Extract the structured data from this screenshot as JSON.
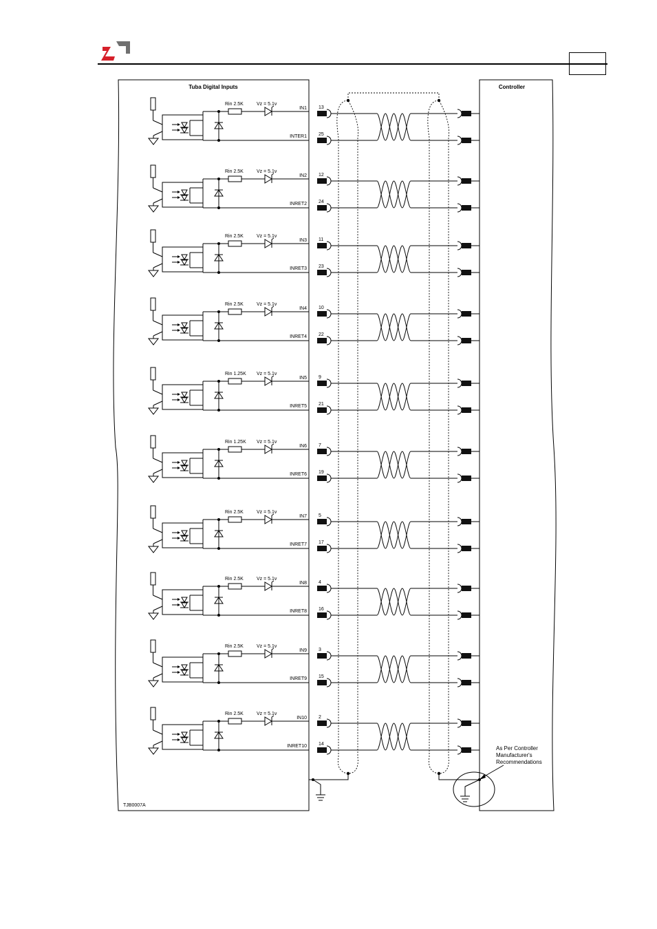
{
  "header": {
    "page_number": "",
    "brand_colors": {
      "red": "#d6202a",
      "gray": "#707070"
    }
  },
  "diagram": {
    "left_title": "Tuba Digital Inputs",
    "right_title": "Controller",
    "drawing_id": "TJB0007A",
    "note_lines": [
      "As Per Controller",
      "Manufacturer's",
      "Recommendations"
    ],
    "channels": [
      {
        "in_label": "IN1",
        "in_pin": "13",
        "ret_label": "INTER1",
        "ret_pin": "25",
        "rin": "Rin 2.5K",
        "vz": "Vz = 5.1v"
      },
      {
        "in_label": "IN2",
        "in_pin": "12",
        "ret_label": "INRET2",
        "ret_pin": "24",
        "rin": "Rin 2.5K",
        "vz": "Vz = 5.1v"
      },
      {
        "in_label": "IN3",
        "in_pin": "11",
        "ret_label": "INRET3",
        "ret_pin": "23",
        "rin": "Rin 2.5K",
        "vz": "Vz = 5.1v"
      },
      {
        "in_label": "IN4",
        "in_pin": "10",
        "ret_label": "INRET4",
        "ret_pin": "22",
        "rin": "Rin 2.5K",
        "vz": "Vz = 5.1v"
      },
      {
        "in_label": "IN5",
        "in_pin": "9",
        "ret_label": "INRET5",
        "ret_pin": "21",
        "rin": "Rin 1.25K",
        "vz": "Vz = 5.1v"
      },
      {
        "in_label": "IN6",
        "in_pin": "7",
        "ret_label": "INRET6",
        "ret_pin": "19",
        "rin": "Rin 1.25K",
        "vz": "Vz = 5.1v"
      },
      {
        "in_label": "IN7",
        "in_pin": "5",
        "ret_label": "INRET7",
        "ret_pin": "17",
        "rin": "Rin 2.5K",
        "vz": "Vz = 5.1v"
      },
      {
        "in_label": "IN8",
        "in_pin": "4",
        "ret_label": "INRET8",
        "ret_pin": "16",
        "rin": "Rin 2.5K",
        "vz": "Vz = 5.1v"
      },
      {
        "in_label": "IN9",
        "in_pin": "3",
        "ret_label": "INRET9",
        "ret_pin": "15",
        "rin": "Rin 2.5K",
        "vz": "Vz = 5.1v"
      },
      {
        "in_label": "IN10",
        "in_pin": "2",
        "ret_label": "INRET10",
        "ret_pin": "14",
        "rin": "Rin 2.5K",
        "vz": "Vz = 5.1v"
      }
    ]
  }
}
